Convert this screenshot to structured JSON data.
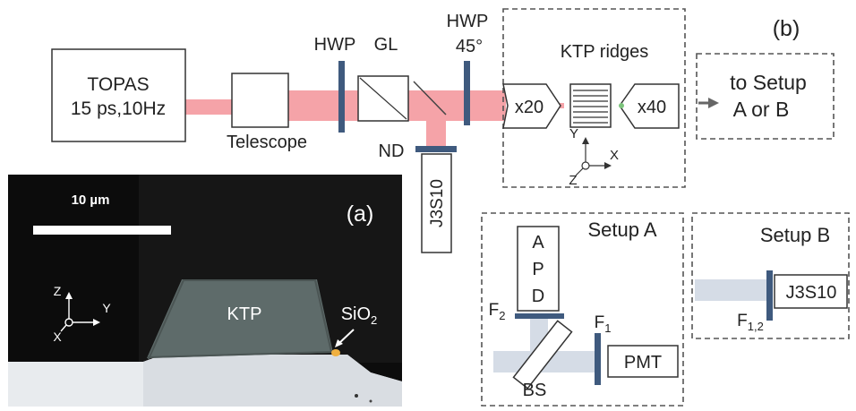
{
  "figure_labels": {
    "b": "(b)",
    "a": "(a)"
  },
  "source": {
    "line1": "TOPAS",
    "line2": "15 ps,10Hz"
  },
  "telescope": "Telescope",
  "hwp_first": "HWP",
  "gl": "GL",
  "hwp_second": {
    "line1": "HWP",
    "line2": "45°"
  },
  "nd": "ND",
  "detector_side": "J3S10",
  "ktp_ridges": "KTP ridges",
  "objective_in": "x20",
  "objective_out": "x40",
  "axes_b": {
    "y": "Y",
    "x": "X",
    "z": "Z"
  },
  "to_setup": {
    "line1": "to Setup",
    "line2": "A or B"
  },
  "setup_a": {
    "title": "Setup A",
    "apd_letters": [
      "A",
      "P",
      "D"
    ],
    "f2": "F",
    "f2_sub": "2",
    "f1": "F",
    "f1_sub": "1",
    "pmt": "PMT",
    "bs": "BS"
  },
  "setup_b": {
    "title": "Setup B",
    "detector": "J3S10",
    "filter": "F",
    "filter_sub": "1,2"
  },
  "micrograph": {
    "scale_bar": "10 µm",
    "ktp": "KTP",
    "sio2": "SiO",
    "sio2_sub": "2",
    "axes": {
      "z": "Z",
      "y": "Y",
      "x": "X"
    }
  },
  "colors": {
    "beam": "#f5a3a8",
    "waveplate": "#3f5a7e",
    "detector_beam": "#d5dce6"
  }
}
